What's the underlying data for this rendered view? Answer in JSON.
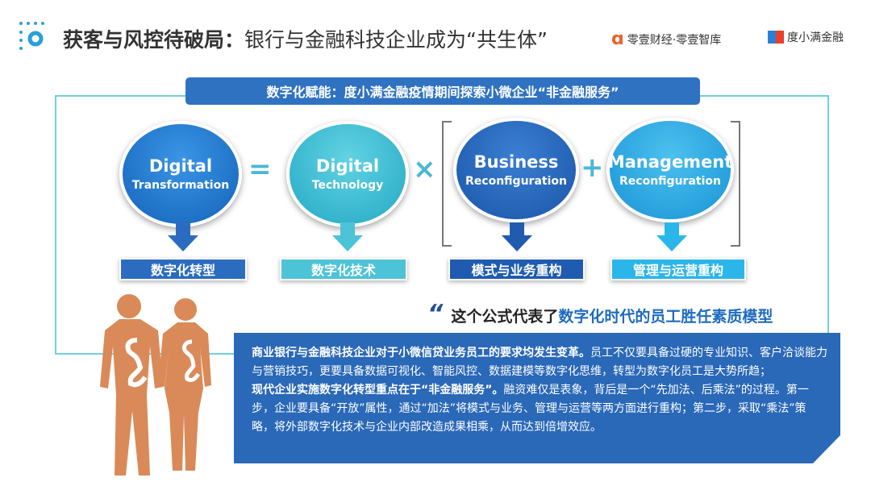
{
  "header": {
    "title_bold": "获客与风控待破局：",
    "title_rest": "银行与金融科技企业成为“共生体”",
    "logo1": "零壹财经·零壹智库",
    "logo2": "度小满金融"
  },
  "banner": "数字化赋能：度小满金融疫情期间探索小微企业“非金融服务”",
  "circles": [
    {
      "line1": "Digital",
      "line2": "Transformation",
      "label": "数字化转型"
    },
    {
      "line1": "Digital",
      "line2": "Technology",
      "label": "数字化技术"
    },
    {
      "line1": "Business",
      "line2": "Reconfiguration",
      "label": "模式与业务重构"
    },
    {
      "line1": "Management",
      "line2": "Reconfiguration",
      "label": "管理与运营重构"
    }
  ],
  "operators": {
    "equals": "=",
    "times": "×",
    "plus": "+"
  },
  "formula": {
    "quote": "“",
    "text": "这个公式代表了",
    "highlight": "数字化时代的员工胜任素质模型"
  },
  "body": {
    "p1_bold": "商业银行与金融科技企业对于小微信贷业务员工的要求均发生变革。",
    "p1": "员工不仅要具备过硬的专业知识、客户洽谈能力与营销技巧，更要具备数据可视化、智能风控、数据建模等数字化思维，转型为数字化员工是大势所趋；",
    "p2_bold": "现代企业实施数字化转型重点在于“非金融服务”。",
    "p2": "融资难仅是表象，背后是一个“先加法、后乘法”的过程。第一步，企业要具备“开放”属性，通过“加法”将模式与业务、管理与运营等两方面进行重构；第二步，采取“乘法”策略，将外部数字化技术与企业内部改造成果相乘，从而达到倍增效应。"
  }
}
